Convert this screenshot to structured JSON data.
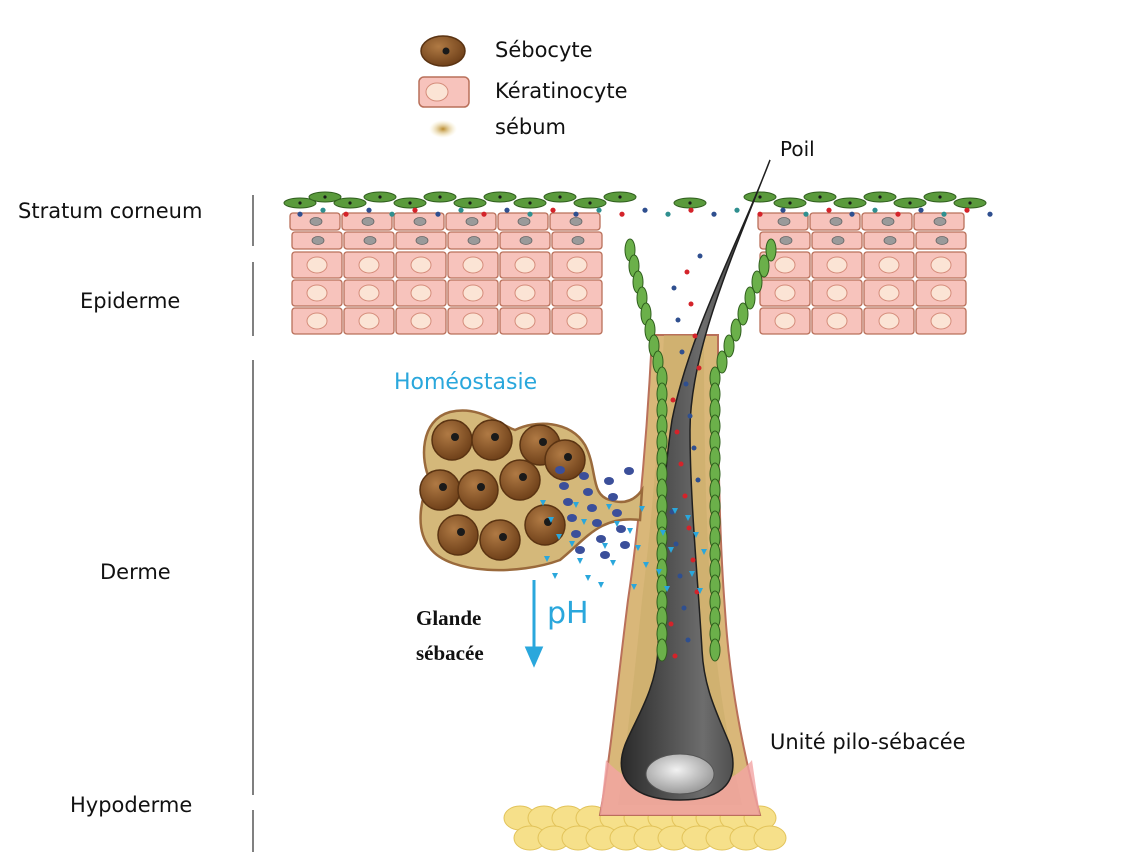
{
  "legend": {
    "items": [
      {
        "label": "Sébocyte",
        "icon": "sebocyte-icon",
        "color": "#8b5a2b"
      },
      {
        "label": "Kératinocyte",
        "icon": "keratinocyte-icon",
        "color": "#f6b8b0"
      },
      {
        "label": "sébum",
        "icon": "sebum-icon",
        "color": "#d6b45a"
      }
    ]
  },
  "layers": {
    "stratum_corneum": "Stratum corneum",
    "epiderme": "Epiderme",
    "derme": "Derme",
    "hypoderme": "Hypoderme"
  },
  "labels": {
    "poil": "Poil",
    "homeostasie": "Homéostasie",
    "ph": "pH",
    "glande_line1": "Glande",
    "glande_line2": "sébacée",
    "unite": "Unité pilo-sébacée"
  },
  "colors": {
    "keratinocyte_fill": "#f7c3bc",
    "keratinocyte_border": "#b9705a",
    "sebocyte": "#7a4a22",
    "sebum": "#d8bf6a",
    "hair": "#4a4a4a",
    "accent_blue": "#2aa7dc",
    "fat_cells": "#f6e08a"
  }
}
